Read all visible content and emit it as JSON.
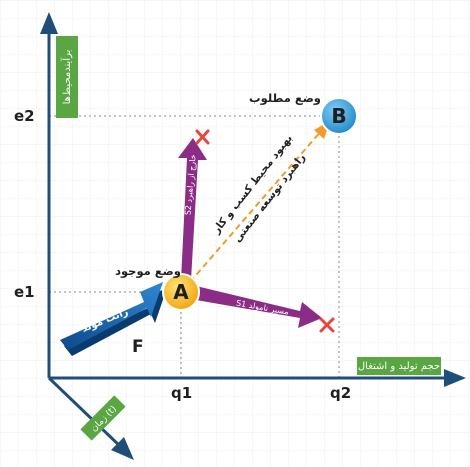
{
  "axes": {
    "y_label": "برآیندمحیط‌ها",
    "x_label": "حجم تولید و اشتغال",
    "z_label": "زمان (t)"
  },
  "ticks": {
    "e2": "e2",
    "e1": "e1",
    "q1": "q1",
    "q2": "q2"
  },
  "points": {
    "a_label": "A",
    "b_label": "B",
    "current_state": "وضع موجود",
    "desired_state": "وضع مطلوب"
  },
  "arrows": {
    "s2_label": "S2 خارج از راهبرد",
    "s1_label": "S1 مسیر نامولد",
    "strategy_line1": "بهبود محیط کسب و کار",
    "strategy_line2": "راهبرد توسعه صنعتی",
    "rent_label": "رانت مولد",
    "f_label": "F"
  },
  "colors": {
    "axis": "#1f4e79",
    "green": "#5aa643",
    "purple": "#8b2d86",
    "orange": "#f39a2a",
    "blue_circle": "#2e9bd6",
    "yellow_circle": "#f5b51a",
    "red_x": "#e8453c"
  }
}
